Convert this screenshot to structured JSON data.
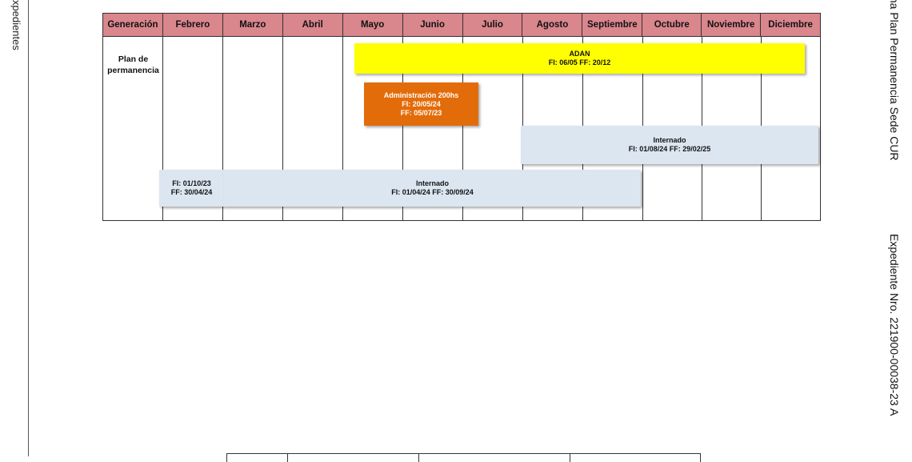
{
  "margin": {
    "left_text": "xpedientes",
    "right_text_1": "ma Plan Permanencia Sede CUR",
    "right_text_2": "Expediente Nro. 221900-00038-23 A"
  },
  "gantt": {
    "headers": [
      "Generación",
      "Febrero",
      "Marzo",
      "Abril",
      "Mayo",
      "Junio",
      "Julio",
      "Agosto",
      "Septiembre",
      "Octubre",
      "Noviembre",
      "Diciembre"
    ],
    "generation_label": "Plan de permanencia",
    "bars": {
      "adan": {
        "title": "ADAN",
        "dates": "FI: 06/05 FF: 20/12",
        "color": "#ffff00"
      },
      "administracion": {
        "title": "Administración 200hs",
        "fi": "FI: 20/05/24",
        "ff": "FF: 05/07/23",
        "color": "#e36c0a"
      },
      "internado_top": {
        "title": "Internado",
        "dates": "FI: 01/08/24  FF: 29/02/25",
        "color": "#dce6f1"
      },
      "internado_left": {
        "fi": "FI: 01/10/23",
        "ff": "FF: 30/04/24",
        "color": "#dce6f1"
      },
      "internado_bottom": {
        "title": "Internado",
        "dates": "FI: 01/04/24  FF: 30/09/24",
        "color": "#dce6f1"
      }
    }
  }
}
